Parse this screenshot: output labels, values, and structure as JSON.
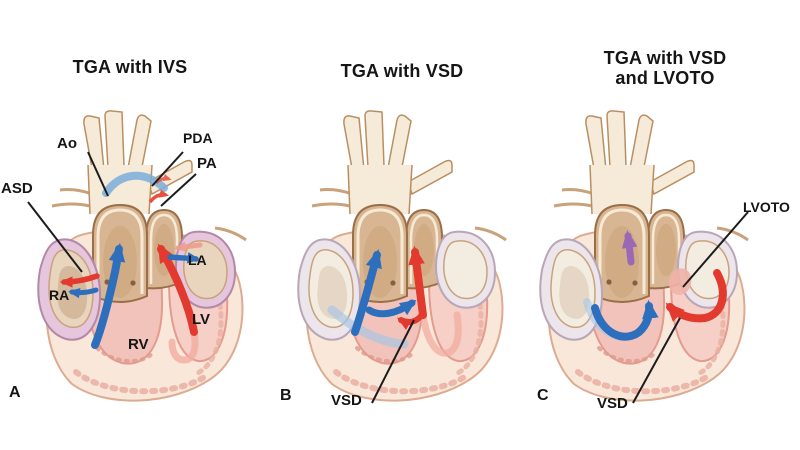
{
  "panels": [
    {
      "letter": "A",
      "title_lines": [
        "TGA with IVS"
      ],
      "labels": {
        "ao": "Ao",
        "pda": "PDA",
        "pa": "PA",
        "asd": "ASD",
        "ra": "RA",
        "la": "LA",
        "rv": "RV",
        "lv": "LV"
      }
    },
    {
      "letter": "B",
      "title_lines": [
        "TGA with VSD"
      ],
      "labels": {
        "vsd": "VSD"
      }
    },
    {
      "letter": "C",
      "title_lines": [
        "TGA with VSD",
        "and LVOTO"
      ],
      "labels": {
        "lvoto": "LVOTO",
        "vsd": "VSD"
      }
    }
  ],
  "colors": {
    "deoxygenated_flow_blue": "#2e6fbd",
    "oxygenated_flow_red": "#e23a2e",
    "mixed_flow_purple": "#9a68b5",
    "faded_blue": "#a9c6e4",
    "faded_red": "#f2aca0",
    "pointer_line": "#1c1c1c",
    "text": "#151515",
    "heart_body": "#f9e8da",
    "vessel_tan": "#d8b593",
    "atrium_pink": "#e6c6dd",
    "ventricle_pink": "#f2c3ba",
    "background": "#ffffff"
  }
}
